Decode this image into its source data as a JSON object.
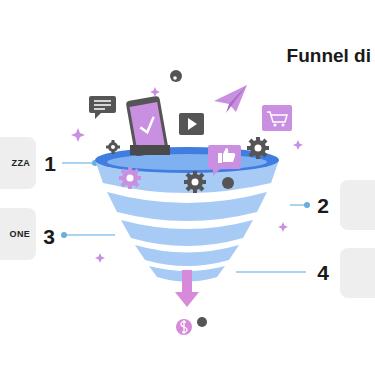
{
  "diagram": {
    "title": "Funnel di",
    "nodes": [
      {
        "text": [
          "ZZA"
        ]
      },
      {
        "text": [
          "ONE"
        ]
      }
    ],
    "labels": [
      "1",
      "2",
      "3",
      "4"
    ]
  }
}
